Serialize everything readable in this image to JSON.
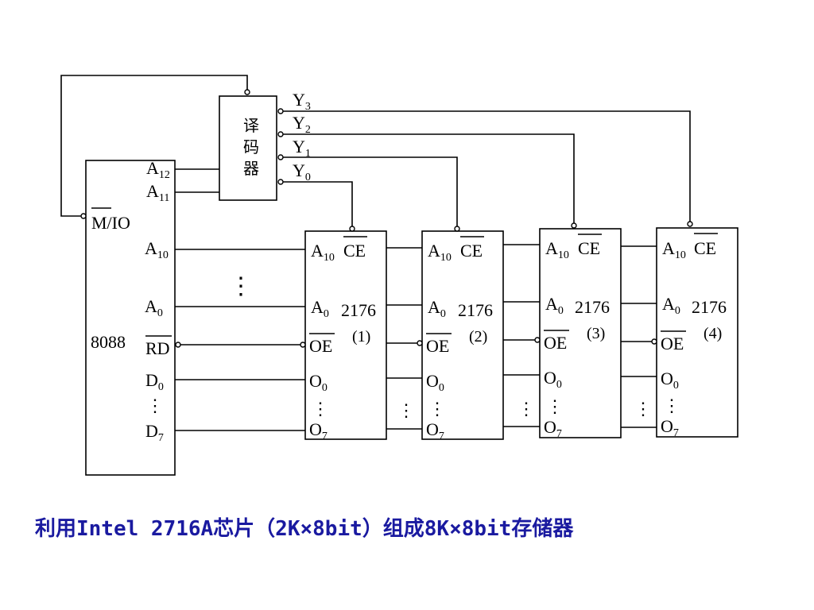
{
  "cpu": {
    "name": "8088",
    "pins": {
      "mio": "M/IO",
      "a12": "A",
      "a12_sub": "12",
      "a11": "A",
      "a11_sub": "11",
      "a10": "A",
      "a10_sub": "10",
      "a0": "A",
      "a0_sub": "0",
      "rd": "RD",
      "d0": "D",
      "d0_sub": "0",
      "d7": "D",
      "d7_sub": "7"
    }
  },
  "decoder": {
    "label": [
      "译",
      "码",
      "器"
    ],
    "outputs": [
      {
        "text": "Y",
        "sub": "3"
      },
      {
        "text": "Y",
        "sub": "2"
      },
      {
        "text": "Y",
        "sub": "1"
      },
      {
        "text": "Y",
        "sub": "0"
      }
    ]
  },
  "chips": [
    {
      "part": "2176",
      "index": "(1)"
    },
    {
      "part": "2176",
      "index": "(2)"
    },
    {
      "part": "2176",
      "index": "(3)"
    },
    {
      "part": "2176",
      "index": "(4)"
    }
  ],
  "chip_pins": {
    "a10": "A",
    "a10_sub": "10",
    "ce": "CE",
    "a0": "A",
    "a0_sub": "0",
    "oe": "OE",
    "o0": "O",
    "o0_sub": "0",
    "o7": "O",
    "o7_sub": "7"
  },
  "ellipsis": "⋮",
  "caption": "利用Intel 2716A芯片（2K×8bit）组成8K×8bit存储器",
  "colors": {
    "line": "#000000",
    "caption": "#1a1aa0"
  }
}
